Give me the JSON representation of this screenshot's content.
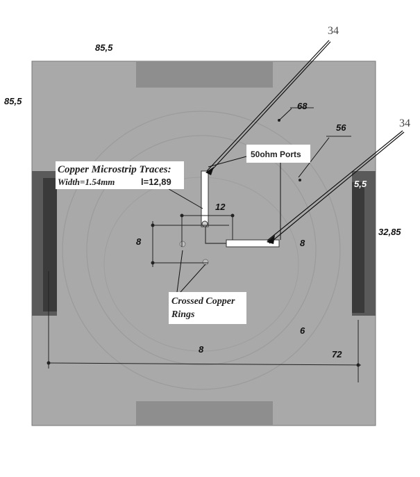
{
  "dimensions": {
    "top_width": "85,5",
    "left_height": "85,5",
    "ring_outer": "68",
    "ring_inner": "56",
    "port_width": "5,5",
    "port_height": "32,85",
    "trace_len": "12",
    "trace_height_left": "8",
    "trace_height_right": "8",
    "gap": "6",
    "bottom_inner": "8",
    "bottom_outer": "72"
  },
  "callouts": {
    "ref_top": "34",
    "ref_right": "34"
  },
  "annotations": {
    "ports": "50ohm Ports",
    "traces_title": "Copper Microstrip Traces:",
    "traces_width": "Width=1.54mm",
    "traces_len": "l=12,89",
    "rings_line1": "Crossed Copper",
    "rings_line2": "Rings"
  },
  "colors": {
    "board": "#a8a8a8",
    "board_dark": "#8c8c8c",
    "port_block": "#4a4a4a",
    "trace": "#ffffff"
  }
}
